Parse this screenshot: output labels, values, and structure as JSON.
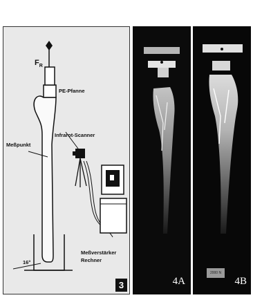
{
  "figure3": {
    "force_symbol": "F",
    "force_subscript": "R",
    "label_pe_pfanne": "PE-Pfanne",
    "label_messpunkt": "Meßpunkt",
    "label_scanner": "Infrarot-Scanner",
    "label_messverstaerker": "Meßverstärker",
    "label_rechner": "Rechner",
    "label_angle": "16°",
    "panel_number": "3"
  },
  "figure4a": {
    "panel_number": "4A"
  },
  "figure4b": {
    "panel_number": "4B",
    "scale_box_text": "2000 N"
  }
}
